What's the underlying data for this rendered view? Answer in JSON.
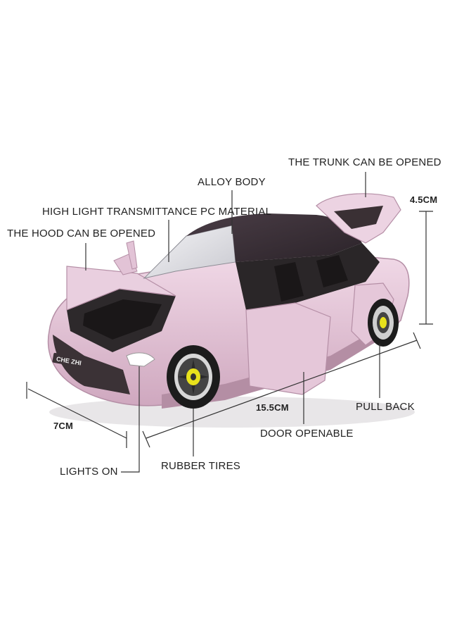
{
  "labels": {
    "trunk": "THE TRUNK CAN BE OPENED",
    "alloy_body": "ALLOY BODY",
    "pc_material": "HIGH LIGHT TRANSMITTANCE PC MATERIAL",
    "hood": "THE HOOD CAN BE OPENED",
    "lights_on": "LIGHTS ON",
    "rubber_tires": "RUBBER TIRES",
    "door_openable": "DOOR OPENABLE",
    "pull_back": "PULL BACK"
  },
  "dimensions": {
    "height": "4.5CM",
    "length": "15.5CM",
    "width": "7CM"
  },
  "badge": {
    "plate_text": "CHE ZHI"
  },
  "colors": {
    "body": "#e7c9db",
    "body_shadow": "#c9a2b9",
    "roof": "#3a2f36",
    "interior": "#2a2628",
    "tire": "#1c1c1c",
    "rim_accent": "#e8e21c",
    "line": "#333333"
  }
}
